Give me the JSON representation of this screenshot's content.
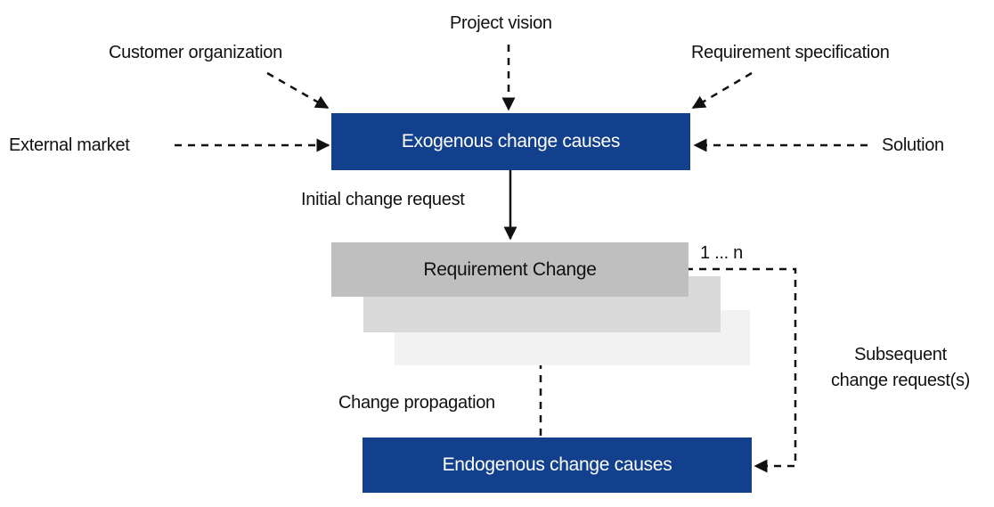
{
  "diagram": {
    "colors": {
      "navy": "#12408C",
      "gray_main": "#BFBFBF",
      "gray_mid": "#D9D9D9",
      "gray_light": "#F2F2F2"
    },
    "boxes": {
      "exogenous": {
        "label": "Exogenous change causes"
      },
      "requirement": {
        "label": "Requirement Change"
      },
      "endogenous": {
        "label": "Endogenous change causes"
      }
    },
    "labels": {
      "customer_organization": "Customer organization",
      "project_vision": "Project vision",
      "requirement_specification": "Requirement specification",
      "external_market": "External market",
      "solution": "Solution",
      "initial_change_request": "Initial change request",
      "change_propagation": "Change propagation",
      "multiplicity": "1 ... n",
      "subsequent_line1": "Subsequent",
      "subsequent_line2": "change request(s)"
    }
  }
}
